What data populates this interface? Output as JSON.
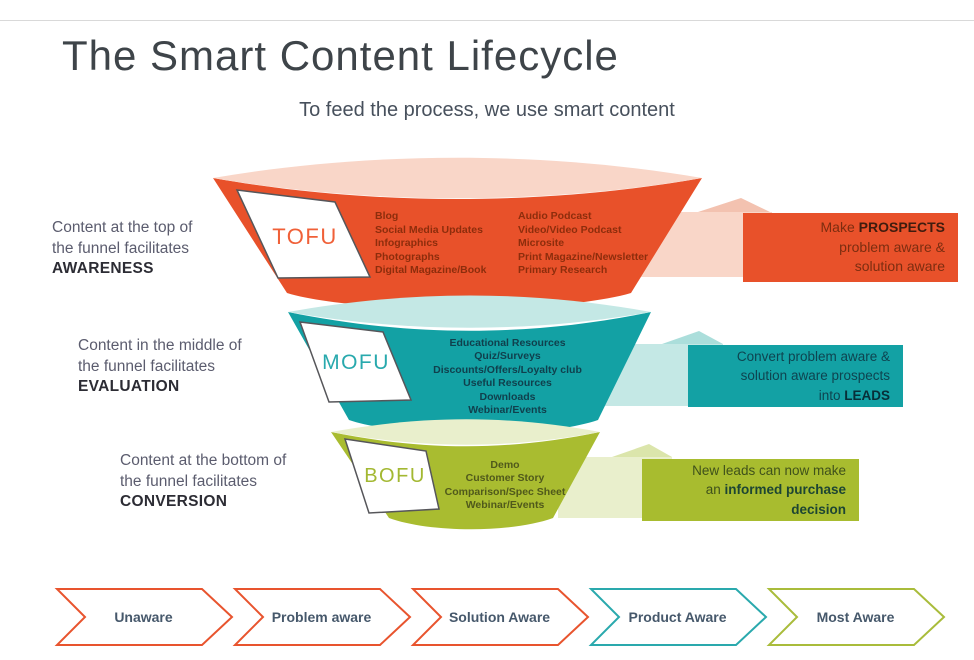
{
  "title": "The Smart Content Lifecycle",
  "subtitle": "To feed the process, we use smart content",
  "colors": {
    "orange": "#e8512a",
    "orange_light": "#f9d6c8",
    "orange_fold": "#f3c2b0",
    "teal": "#13a1a4",
    "teal_light": "#c4e8e5",
    "teal_fold": "#abdedb",
    "green": "#a9bc30",
    "green_light": "#e9efcc",
    "green_fold": "#dbe5ab",
    "chevron_orange": "#e8542e",
    "chevron_teal": "#2aa9ad",
    "chevron_green": "#a9bc3b"
  },
  "stages": {
    "tofu": {
      "label": "TOFU",
      "description": {
        "line1": "Content at the top of",
        "line2": "the funnel facilitates",
        "emphasis": "AWARENESS"
      },
      "items_col1": [
        "Blog",
        "Social Media Updates",
        "Infographics",
        "Photographs",
        "Digital Magazine/Book"
      ],
      "items_col2": [
        "Audio Podcast",
        "Video/Video Podcast",
        "Microsite",
        "Print Magazine/Newsletter",
        "Primary Research"
      ],
      "callout": {
        "l1a": "Make ",
        "l1b": "PROSPECTS",
        "l2": "problem aware &",
        "l3": "solution aware"
      }
    },
    "mofu": {
      "label": "MOFU",
      "description": {
        "line1": "Content in the middle of",
        "line2": "the funnel facilitates",
        "emphasis": "EVALUATION"
      },
      "items": [
        "Educational Resources",
        "Quiz/Surveys",
        "Discounts/Offers/Loyalty club",
        "Useful Resources",
        "Downloads",
        "Webinar/Events"
      ],
      "callout": {
        "l1": "Convert problem aware &",
        "l2": "solution aware prospects",
        "l3a": "into ",
        "l3b": "LEADS"
      }
    },
    "bofu": {
      "label": "BOFU",
      "description": {
        "line1": "Content at the bottom of",
        "line2": "the funnel facilitates",
        "emphasis": "CONVERSION"
      },
      "items": [
        "Demo",
        "Customer Story",
        "Comparison/Spec Sheet",
        "Webinar/Events"
      ],
      "callout": {
        "l1": "New leads can now make",
        "l2a": "an ",
        "l2b": "informed purchase",
        "l3b": "decision"
      }
    }
  },
  "chevrons": [
    {
      "label": "Unaware",
      "color": "#e8542e"
    },
    {
      "label": "Problem aware",
      "color": "#e8542e"
    },
    {
      "label": "Solution Aware",
      "color": "#e8542e"
    },
    {
      "label": "Product Aware",
      "color": "#2aa9ad"
    },
    {
      "label": "Most Aware",
      "color": "#a9bc3b"
    }
  ]
}
